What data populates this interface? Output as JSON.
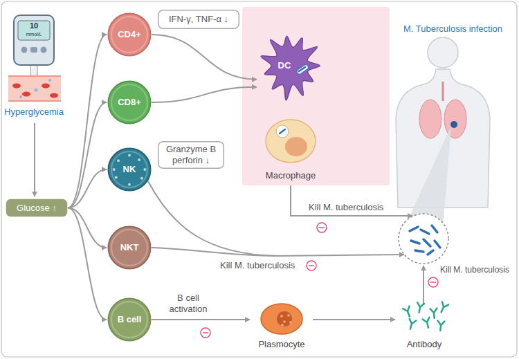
{
  "diagram": {
    "nodes": [
      {
        "text": [
          "Glucose ↑"
        ]
      },
      {
        "text": [
          "CD4+"
        ]
      },
      {
        "text": [
          "CD8+"
        ]
      },
      {
        "text": [
          "NK"
        ]
      },
      {
        "text": [
          "NKT"
        ]
      },
      {
        "text": [
          "B cell"
        ]
      },
      {
        "text": [
          "IFN-γ, TNF-α ↓"
        ]
      },
      {
        "text": [
          "Granzyme B perforin ↓"
        ]
      },
      {
        "text": [
          "DC"
        ]
      },
      {
        "text": [
          "Macrophage"
        ]
      },
      {
        "text": [
          "Plasmocyte"
        ]
      },
      {
        "text": [
          "Antibody"
        ]
      }
    ],
    "edges": [
      {
        "from": 0,
        "to": 1,
        "arrow": "to"
      },
      {
        "from": 0,
        "to": 2,
        "arrow": "to"
      },
      {
        "from": 0,
        "to": 3,
        "arrow": "to"
      },
      {
        "from": 0,
        "to": 4,
        "arrow": "to"
      },
      {
        "from": 0,
        "to": 5,
        "arrow": "to"
      },
      {
        "from": 1,
        "to": 8,
        "arrow": "to"
      },
      {
        "from": 2,
        "to": 8,
        "arrow": "to"
      },
      {
        "from": 5,
        "to": 10,
        "label": "B cell activation",
        "arrow": "to"
      },
      {
        "from": 10,
        "to": 11,
        "arrow": "to"
      }
    ],
    "labels": [
      "10",
      "mmol/L",
      "Hyperglycemia",
      "M. Tuberculosis infection",
      "Kill M. tuberculosis",
      "Kill M. tuberculosis",
      "Kill M. tuberculosis"
    ]
  }
}
